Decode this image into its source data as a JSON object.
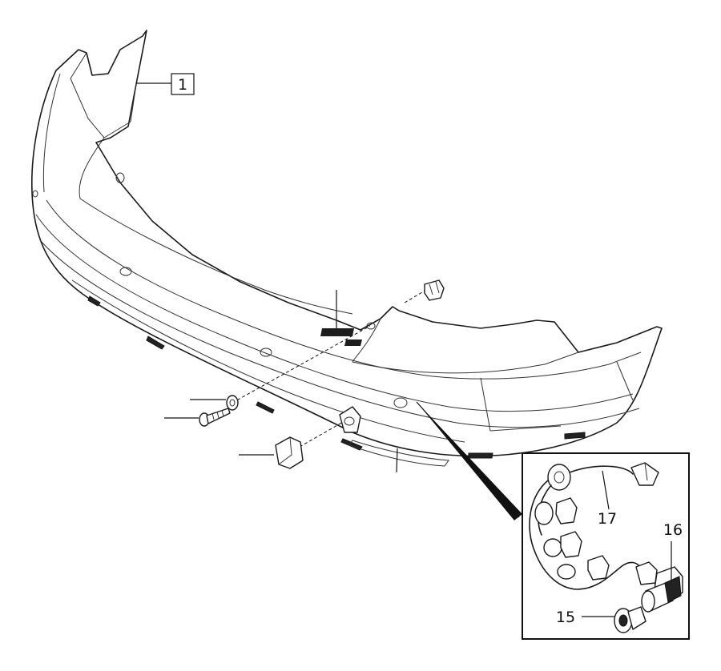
{
  "callouts": {
    "bumper_cover": "1",
    "sensor_bezel": "15",
    "parking_sensor": "16",
    "wiring_harness": "17"
  },
  "colors": {
    "line": "#1a1a1a",
    "background": "#ffffff",
    "label_fill": "#222222"
  }
}
